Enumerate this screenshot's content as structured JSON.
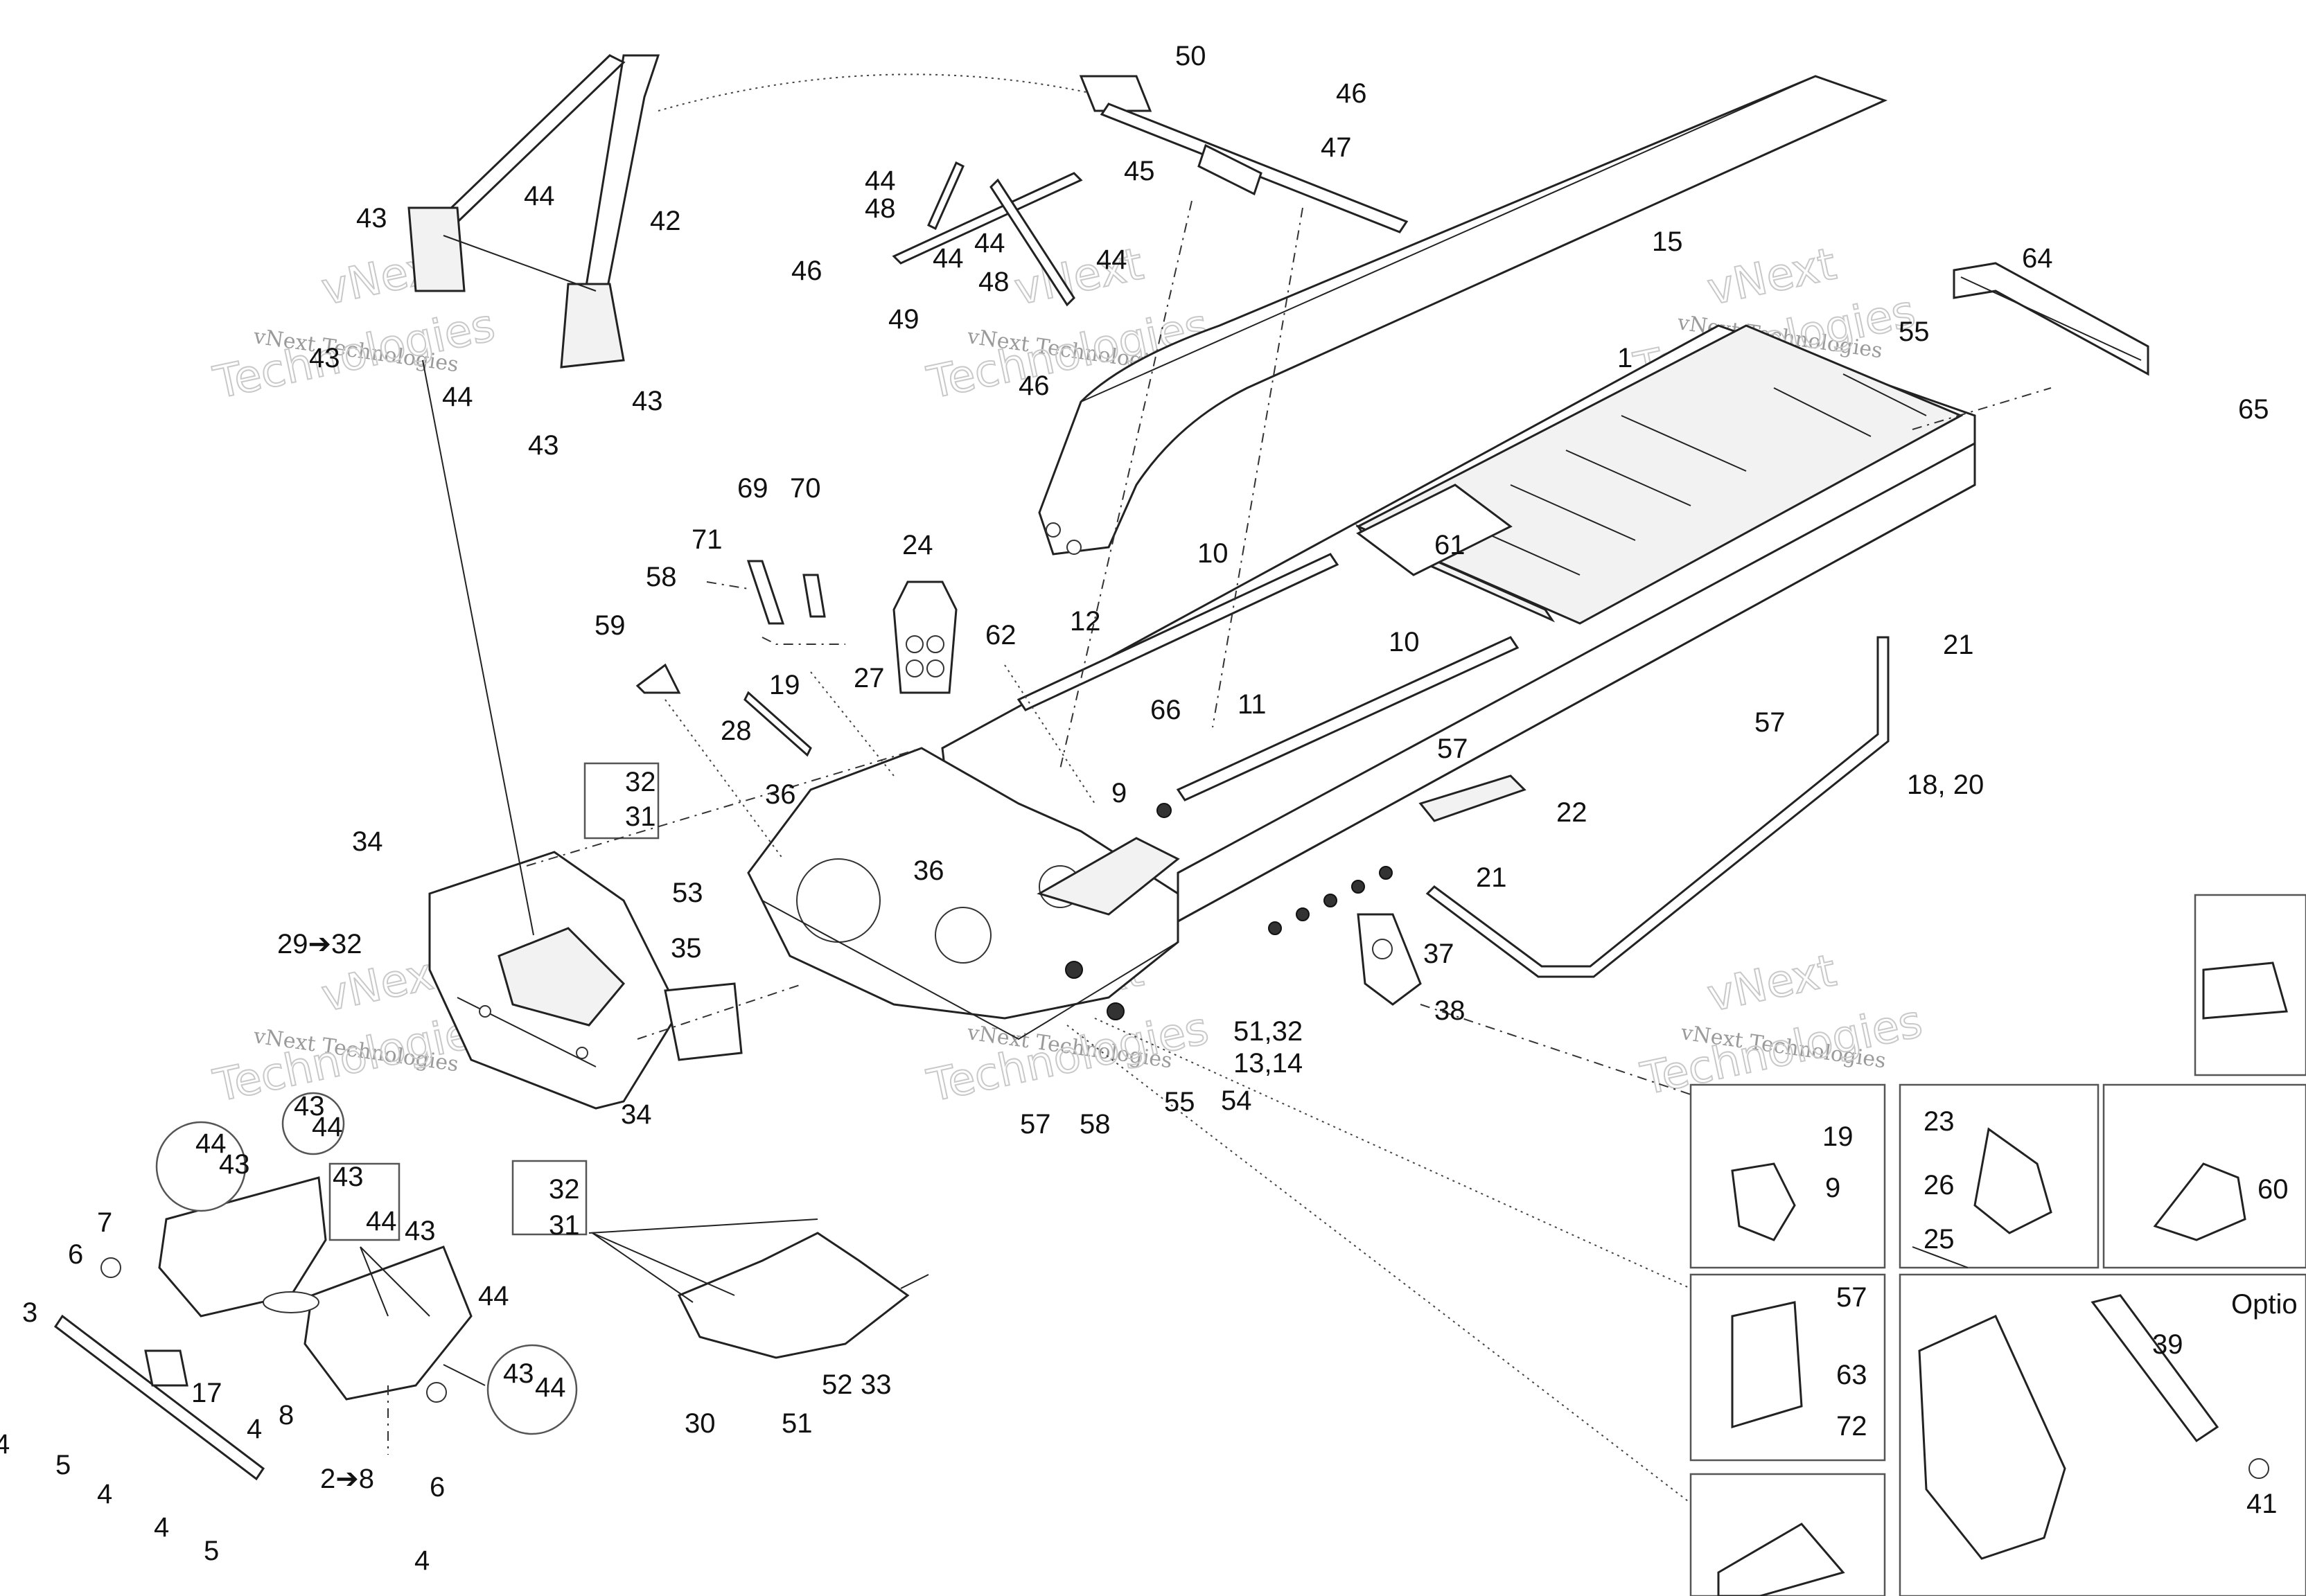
{
  "watermark": {
    "line1": "vNext",
    "line2": "vNext Technologies",
    "line3": "Technologies"
  },
  "callouts": {
    "c1": "1",
    "c2_8": "2➔8",
    "c3": "3",
    "c4": "4",
    "c5": "5",
    "c6": "6",
    "c7": "7",
    "c8": "8",
    "c9": "9",
    "c10": "10",
    "c11": "11",
    "c12": "12",
    "c13_14": "13,14",
    "c15": "15",
    "c17": "17",
    "c18_20": "18, 20",
    "c19": "19",
    "c21": "21",
    "c22": "22",
    "c23": "23",
    "c24": "24",
    "c25": "25",
    "c26": "26",
    "c27": "27",
    "c28": "28",
    "c29_32": "29➔32",
    "c30": "30",
    "c31": "31",
    "c32": "32",
    "c33": "33",
    "c34": "34",
    "c35": "35",
    "c36": "36",
    "c37": "37",
    "c38": "38",
    "c39": "39",
    "c41": "41",
    "c42": "42",
    "c43": "43",
    "c44": "44",
    "c45": "45",
    "c46": "46",
    "c47": "47",
    "c48": "48",
    "c49": "49",
    "c50": "50",
    "c51": "51",
    "c51_32": "51,32",
    "c52": "52",
    "c53": "53",
    "c54": "54",
    "c55": "55",
    "c57": "57",
    "c58": "58",
    "c59": "59",
    "c60": "60",
    "c61": "61",
    "c62": "62",
    "c63": "63",
    "c64": "64",
    "c65": "65",
    "c66": "66",
    "c69": "69",
    "c70": "70",
    "c71": "71",
    "c72": "72"
  },
  "option_label": "Optio"
}
